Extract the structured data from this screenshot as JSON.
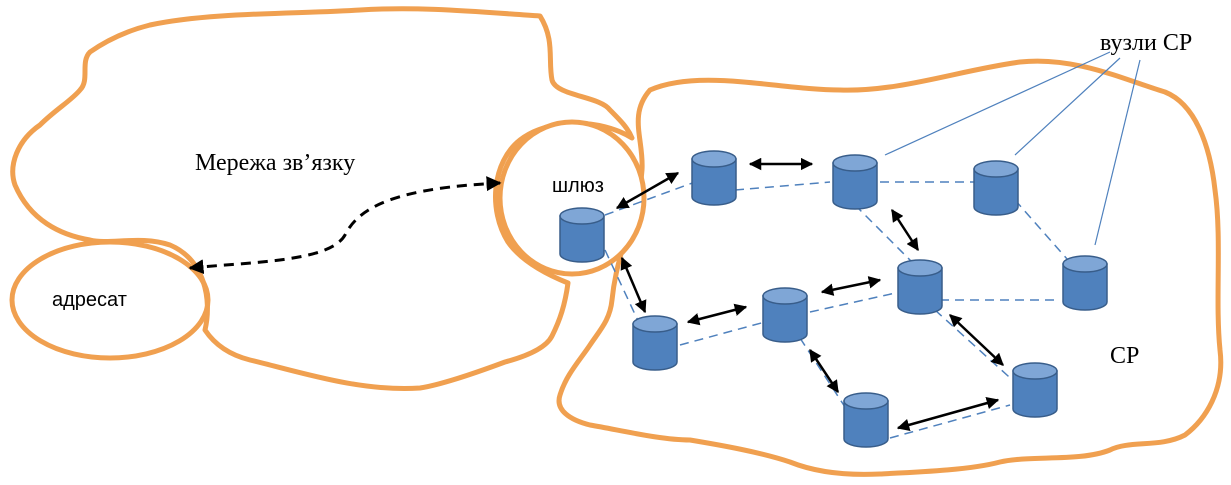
{
  "labels": {
    "network": "Мережа зв’язку",
    "addressee": "адресат",
    "gateway": "шлюз",
    "nodes": "вузли СР",
    "distributed_system": "СР"
  },
  "colors": {
    "outline": "#F0A050",
    "node_fill": "#4F81BD",
    "node_top": "#7FA6D6",
    "node_stroke": "#385D8A",
    "link": "#4F81BD",
    "arrow": "#000000",
    "text": "#000000"
  },
  "icons": {
    "node": "database-cylinder-icon",
    "arrow": "double-headed-arrow-icon"
  }
}
